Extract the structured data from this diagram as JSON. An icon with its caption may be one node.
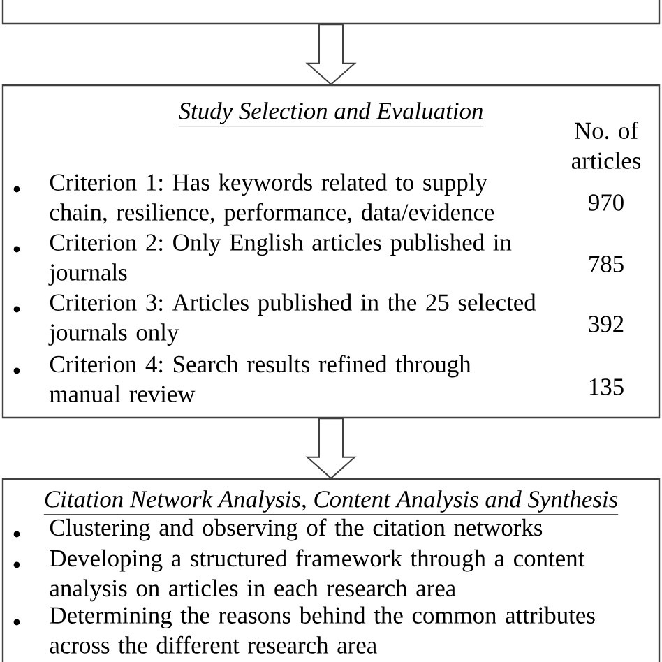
{
  "diagram": {
    "nodes": [
      {
        "text": [],
        "shape": "box"
      },
      {
        "text": [
          "Study Selection and Evaluation",
          "No. of articles",
          "Criterion 1: Has keywords related to supply chain, resilience, performance, data/evidence",
          "970",
          "Criterion 2: Only English articles published in journals",
          "785",
          "Criterion 3: Articles published in the 25 selected journals only",
          "392",
          "Criterion 4: Search results refined through manual review",
          "135"
        ]
      },
      {
        "text": [
          "Citation Network Analysis, Content Analysis and Synthesis",
          "Clustering and observing of the citation networks",
          "Developing a structured framework through a content analysis on articles in each research area",
          "Determining the reasons behind the common attributes across the different research area"
        ]
      }
    ],
    "edges": [
      {
        "from": 0,
        "to": 1,
        "arrow": "to"
      },
      {
        "from": 1,
        "to": 2,
        "arrow": "to"
      }
    ]
  }
}
